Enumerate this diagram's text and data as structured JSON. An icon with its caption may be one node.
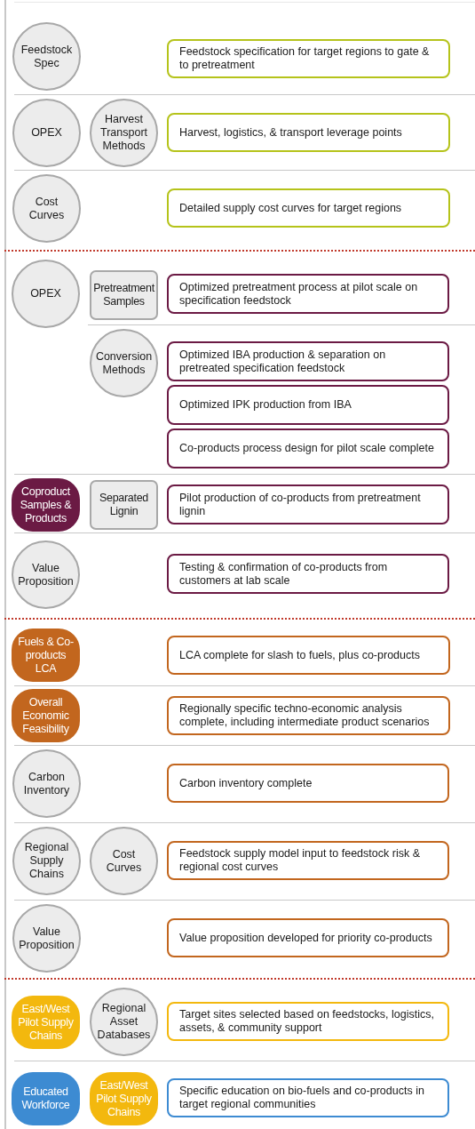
{
  "diagram": {
    "nodes": [
      {
        "text": [
          "Feedstock Spec"
        ]
      },
      {
        "text": [
          "Feedstock specification for target regions to gate & to pretreatment"
        ]
      },
      {
        "text": [
          "OPEX"
        ]
      },
      {
        "text": [
          "Harvest Transport Methods"
        ]
      },
      {
        "text": [
          "Harvest, logistics, & transport leverage points"
        ]
      },
      {
        "text": [
          "Cost Curves"
        ]
      },
      {
        "text": [
          "Detailed supply cost curves for target regions"
        ]
      },
      {
        "text": [
          "OPEX"
        ]
      },
      {
        "text": [
          "Pretreatment Samples"
        ]
      },
      {
        "text": [
          "Optimized pretreatment process at pilot scale on specification feedstock"
        ]
      },
      {
        "text": [
          "Conversion Methods"
        ]
      },
      {
        "text": [
          "Optimized IBA production & separation on pretreated specification feedstock"
        ]
      },
      {
        "text": [
          "Optimized IPK production from IBA"
        ]
      },
      {
        "text": [
          "Co-products process design for pilot scale complete"
        ]
      },
      {
        "text": [
          "Coproduct Samples & Products"
        ]
      },
      {
        "text": [
          "Separated Lignin"
        ]
      },
      {
        "text": [
          "Pilot production of co-products from pretreatment lignin"
        ]
      },
      {
        "text": [
          "Value Proposition"
        ]
      },
      {
        "text": [
          "Testing & confirmation of co-products from customers at lab scale"
        ]
      },
      {
        "text": [
          "Fuels & Co-products LCA"
        ]
      },
      {
        "text": [
          "LCA complete for slash to fuels, plus co-products"
        ]
      },
      {
        "text": [
          "Overall Economic Feasibility"
        ]
      },
      {
        "text": [
          "Regionally specific techno-economic analysis complete, including intermediate product scenarios"
        ]
      },
      {
        "text": [
          "Carbon Inventory"
        ]
      },
      {
        "text": [
          "Carbon inventory complete"
        ]
      },
      {
        "text": [
          "Regional Supply Chains"
        ]
      },
      {
        "text": [
          "Cost Curves"
        ]
      },
      {
        "text": [
          "Feedstock supply model input to feedstock risk & regional cost curves"
        ]
      },
      {
        "text": [
          "Value Proposition"
        ]
      },
      {
        "text": [
          "Value proposition developed for priority co-products"
        ]
      },
      {
        "text": [
          "East/West Pilot Supply Chains"
        ]
      },
      {
        "text": [
          "Regional Asset Databases"
        ]
      },
      {
        "text": [
          "Target sites selected based on feedstocks, logistics, assets, & community support"
        ]
      },
      {
        "text": [
          "Educated Workforce"
        ]
      },
      {
        "text": [
          "East/West Pilot Supply Chains"
        ]
      },
      {
        "text": [
          "Specific education on bio-fuels and co-products in target regional communities"
        ]
      }
    ]
  }
}
